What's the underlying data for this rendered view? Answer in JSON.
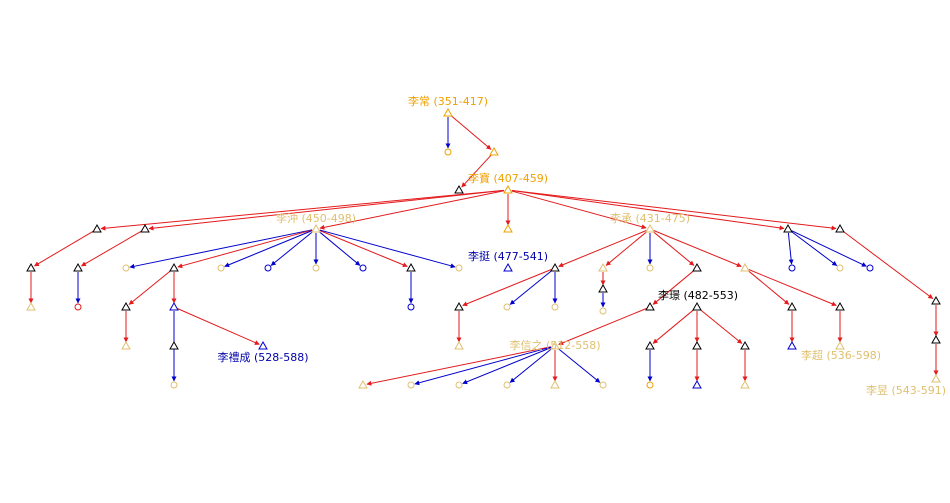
{
  "colors": {
    "red": "#e41a1c",
    "blue": "#0000cc",
    "orange": "#f0a000",
    "tan": "#e0c070",
    "black": "#000000",
    "darkblue": "#0000aa"
  },
  "labels": [
    {
      "id": "li-chang",
      "text": "李常 (351-417)",
      "color": "orange"
    },
    {
      "id": "li-bao",
      "text": "李寶 (407-459)",
      "color": "orange"
    },
    {
      "id": "li-chong",
      "text": "李沖 (450-498)",
      "color": "tan"
    },
    {
      "id": "li-cheng",
      "text": "李承 (431-475)",
      "color": "tan"
    },
    {
      "id": "li-ting",
      "text": "李挺 (477-541)",
      "color": "darkblue"
    },
    {
      "id": "li-jing",
      "text": "李璟 (482-553)",
      "color": "black"
    },
    {
      "id": "li-xinzhi",
      "text": "李信之 (512-558)",
      "color": "tan"
    },
    {
      "id": "li-licheng",
      "text": "李禮成 (528-588)",
      "color": "darkblue"
    },
    {
      "id": "li-chao",
      "text": "李超 (536-598)",
      "color": "tan"
    },
    {
      "id": "li-yu",
      "text": "李昱 (543-591)",
      "color": "tan"
    }
  ]
}
